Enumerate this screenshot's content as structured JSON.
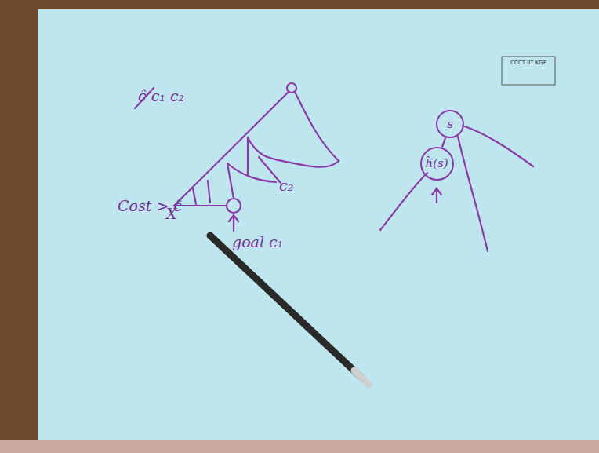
{
  "diagram": {
    "nodes": [
      {
        "text": [
          "s"
        ]
      },
      {
        "text": [
          "ĥ(s)"
        ]
      }
    ],
    "edges": [
      {
        "from": 0,
        "to": 1,
        "arrow": "none"
      }
    ],
    "labels": [
      "ĉ c₁ c₂",
      "Cost > ĉ",
      "X",
      "goal c₁",
      "c₂",
      "CCCT IIT KGP"
    ]
  }
}
